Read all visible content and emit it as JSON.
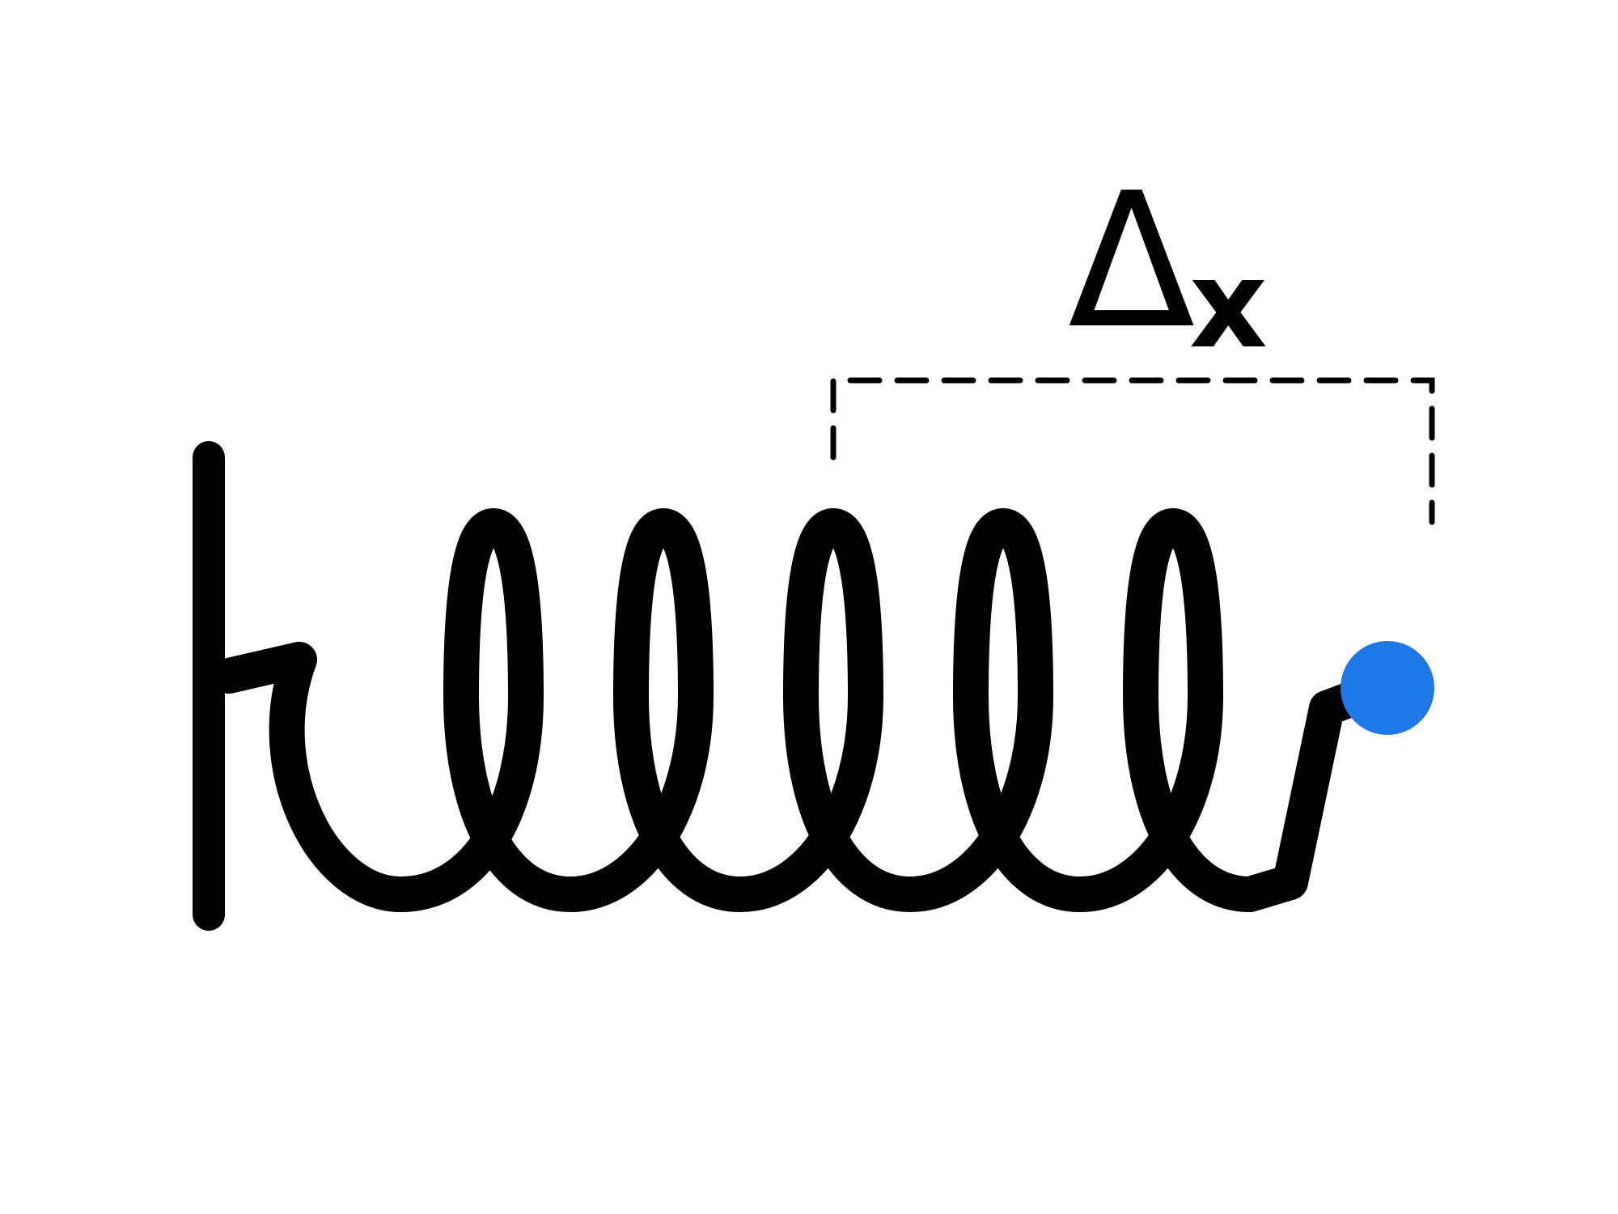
{
  "diagram": {
    "label": {
      "symbol": "Δ",
      "subscript": "x"
    },
    "colors": {
      "stroke": "#000000",
      "mass": "#1f77e8",
      "background": "#ffffff"
    },
    "icons": {
      "wall": "wall-line",
      "spring": "coil-spring",
      "mass": "point-mass-dot",
      "displacement": "dashed-bracket"
    }
  }
}
